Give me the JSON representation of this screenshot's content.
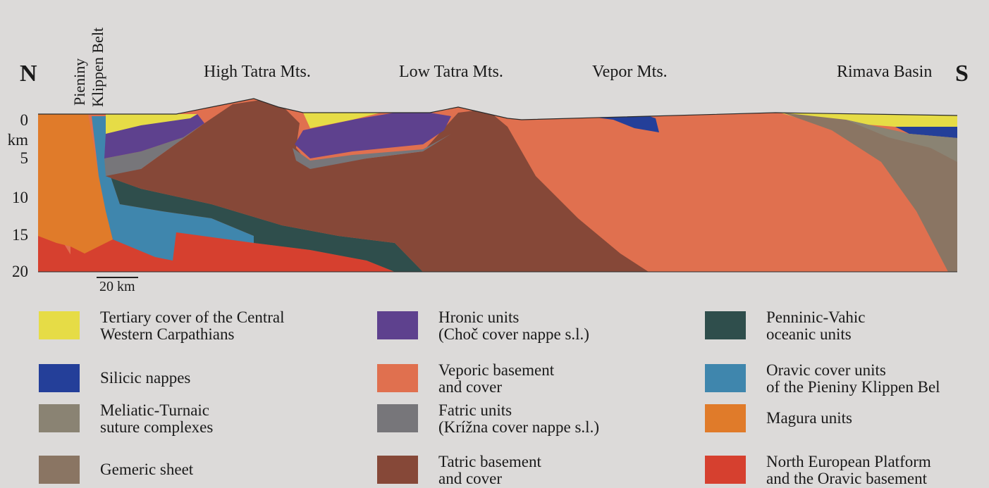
{
  "labels": {
    "north": "N",
    "south": "S",
    "pieniny": "Pieniny",
    "klippen_belt": "Klippen Belt",
    "high_tatra": "High Tatra Mts.",
    "low_tatra": "Low Tatra Mts.",
    "vepor": "Vepor Mts.",
    "rimava": "Rimava Basin",
    "scale_bar": "20 km"
  },
  "depth_axis": {
    "unit": "km",
    "ticks": [
      "0",
      "5",
      "10",
      "15",
      "20"
    ]
  },
  "colors": {
    "tertiary": "#e6dc46",
    "silicic": "#243f99",
    "meliatic": "#8a8373",
    "gemeric": "#8a7563",
    "hronic": "#5e418e",
    "veporic": "#e0704f",
    "fatric": "#77767a",
    "tatric": "#864838",
    "penninic": "#2f4e4c",
    "oravic_cover": "#3f86ad",
    "magura": "#e07b2a",
    "north_european": "#d6402f"
  },
  "legend": [
    {
      "key": "tertiary",
      "line1": "Tertiary cover of the Central",
      "line2": "Western Carpathians"
    },
    {
      "key": "silicic",
      "line1": "Silicic nappes",
      "line2": ""
    },
    {
      "key": "meliatic",
      "line1": "Meliatic-Turnaic",
      "line2": "suture complexes"
    },
    {
      "key": "gemeric",
      "line1": "Gemeric sheet",
      "line2": ""
    },
    {
      "key": "hronic",
      "line1": "Hronic units",
      "line2": "(Choč cover nappe s.l.)"
    },
    {
      "key": "veporic",
      "line1": "Veporic basement",
      "line2": "and cover"
    },
    {
      "key": "fatric",
      "line1": "Fatric units",
      "line2": "(Krížna cover nappe s.l.)"
    },
    {
      "key": "tatric",
      "line1": "Tatric basement",
      "line2": "and cover"
    },
    {
      "key": "penninic",
      "line1": "Penninic-Vahic",
      "line2": "oceanic units"
    },
    {
      "key": "oravic_cover",
      "line1": "Oravic cover units",
      "line2": "of the Pieniny Klippen Bel"
    },
    {
      "key": "magura",
      "line1": "Magura units",
      "line2": ""
    },
    {
      "key": "north_european",
      "line1": "North European Platform",
      "line2": "and the Oravic basement"
    }
  ]
}
